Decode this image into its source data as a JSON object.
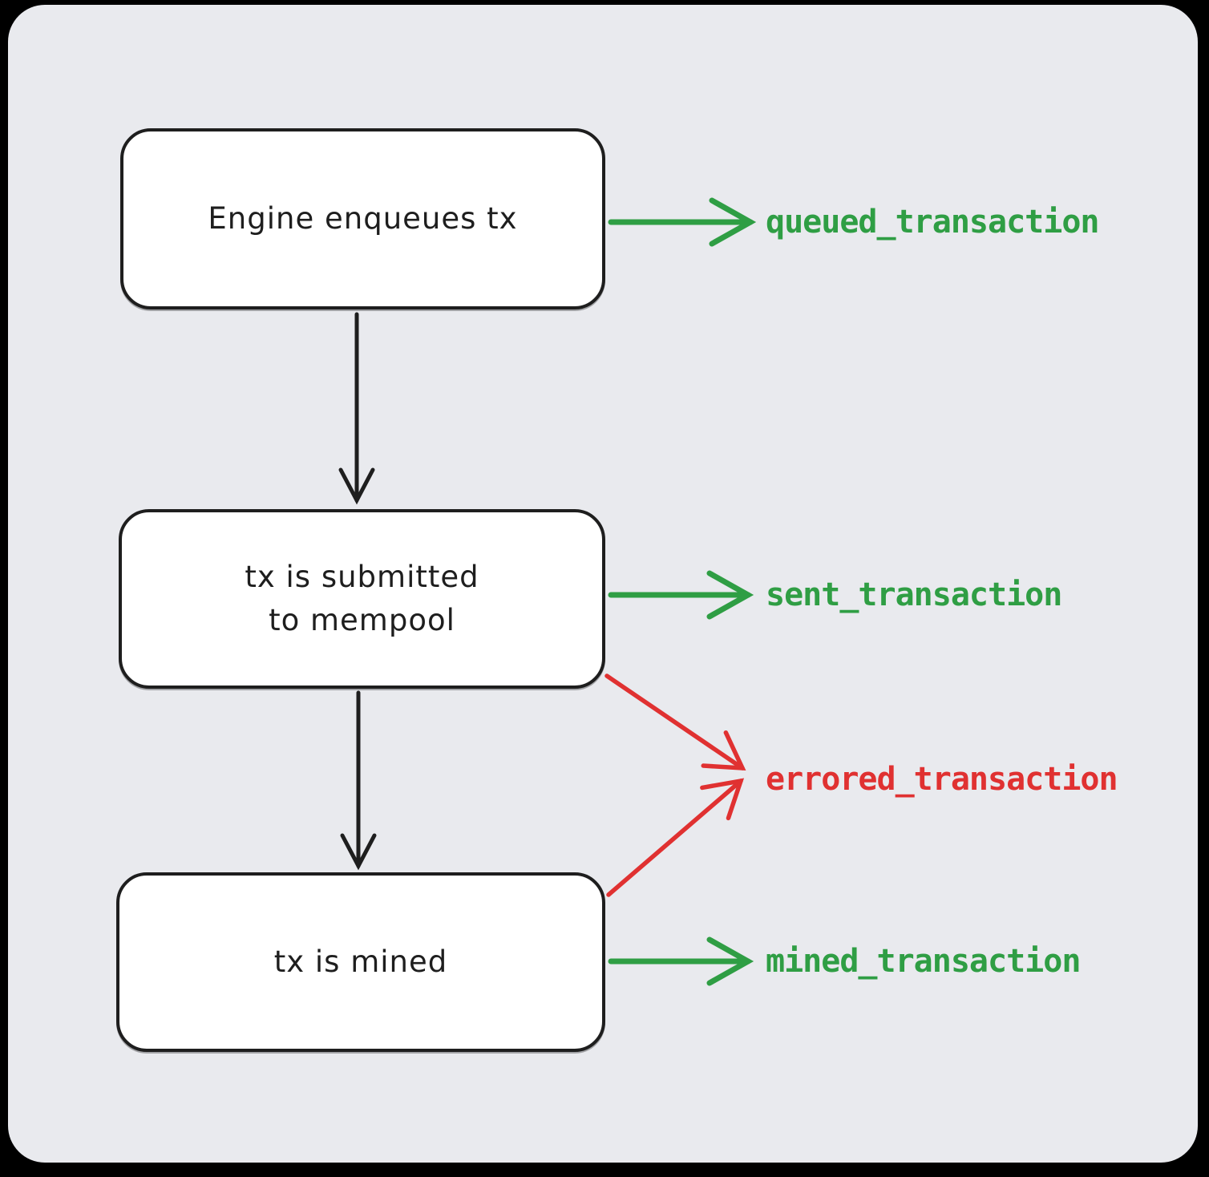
{
  "colors": {
    "ink": "#1e1e1e",
    "green": "#2f9e44",
    "red": "#e03131",
    "node_fill": "#ffffff",
    "canvas_bg": "#e9eaee",
    "outer_bg": "#000000"
  },
  "nodes": [
    {
      "label": "Engine enqueues tx"
    },
    {
      "label": "tx is submitted\nto mempool"
    },
    {
      "label": "tx is mined"
    }
  ],
  "events": [
    {
      "label": "queued_transaction",
      "color": "#2f9e44"
    },
    {
      "label": "sent_transaction",
      "color": "#2f9e44"
    },
    {
      "label": "errored_transaction",
      "color": "#e03131"
    },
    {
      "label": "mined_transaction",
      "color": "#2f9e44"
    }
  ]
}
